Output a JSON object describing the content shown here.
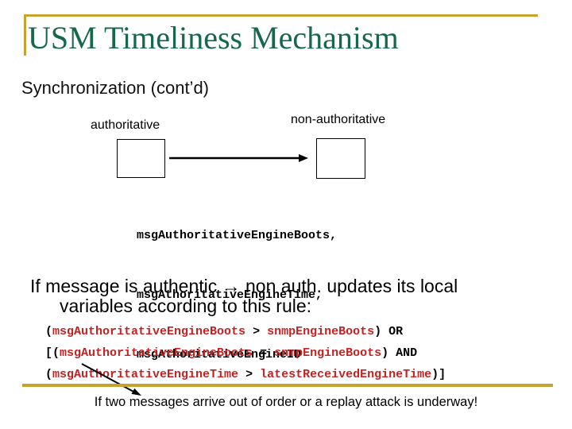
{
  "slide": {
    "title": "USM Timeliness Mechanism",
    "subtitle": "Synchronization (cont’d)",
    "colors": {
      "gold": "#C7A230",
      "title_green": "#17684B",
      "code_red": "#C32222",
      "body_black": "#000000"
    }
  },
  "diagram": {
    "left_label": "authoritative",
    "right_label": "non-authoritative",
    "fields": [
      "msgAuthoritativeEngineBoots,",
      "msgAthoritativeEngineTime,",
      "msgAthoritativeEngineID"
    ]
  },
  "rule": {
    "intro_line1": "If message is authentic → non auth. updates its local",
    "intro_line2": "variables according to this rule:",
    "code_lines": [
      {
        "segments": [
          {
            "t": "(",
            "c": "black"
          },
          {
            "t": "msgAuthoritativeEngineBoots",
            "c": "red"
          },
          {
            "t": " > ",
            "c": "black"
          },
          {
            "t": "snmpEngineBoots",
            "c": "red"
          },
          {
            "t": ") OR",
            "c": "black"
          }
        ]
      },
      {
        "segments": [
          {
            "t": "[(",
            "c": "black"
          },
          {
            "t": "msgAuthoritativeEngineBoots",
            "c": "red"
          },
          {
            "t": " = ",
            "c": "black"
          },
          {
            "t": "snmpEngineBoots",
            "c": "red"
          },
          {
            "t": ") AND",
            "c": "black"
          }
        ]
      },
      {
        "segments": [
          {
            "t": "(",
            "c": "black"
          },
          {
            "t": "msgAuthoritativeEngineTime",
            "c": "red"
          },
          {
            "t": " > ",
            "c": "black"
          },
          {
            "t": "latestReceivedEngineTime",
            "c": "red"
          },
          {
            "t": ")]",
            "c": "black"
          }
        ]
      }
    ]
  },
  "footer": {
    "note": "If two messages arrive out of order or a replay attack is underway!"
  }
}
